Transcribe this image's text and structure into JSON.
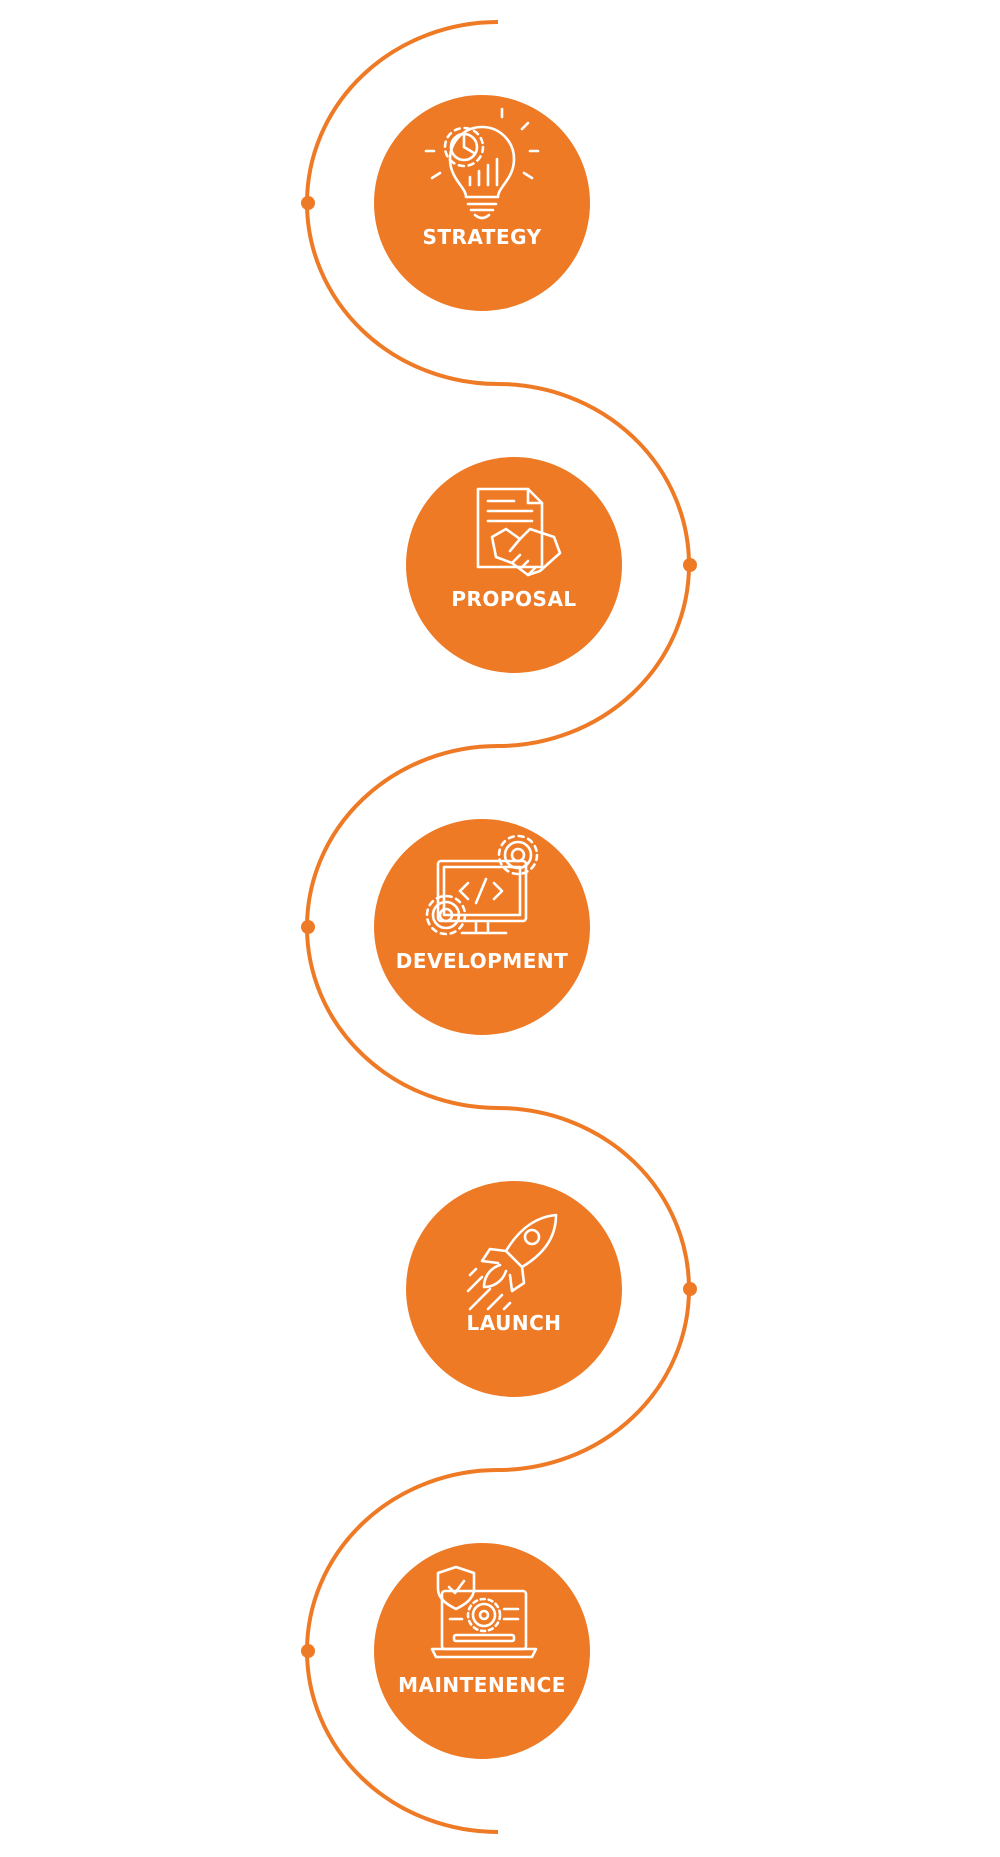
{
  "colors": {
    "accent": "#EF7A26",
    "background": "#FFFFFF",
    "icon": "#FFFFFF"
  },
  "steps": [
    {
      "label": "STRATEGY",
      "icon": "lightbulb-chart-gear-icon"
    },
    {
      "label": "PROPOSAL",
      "icon": "document-handshake-icon"
    },
    {
      "label": "DEVELOPMENT",
      "icon": "monitor-code-gears-icon"
    },
    {
      "label": "LAUNCH",
      "icon": "rocket-icon"
    },
    {
      "label": "MAINTENENCE",
      "icon": "laptop-shield-gear-icon"
    }
  ]
}
